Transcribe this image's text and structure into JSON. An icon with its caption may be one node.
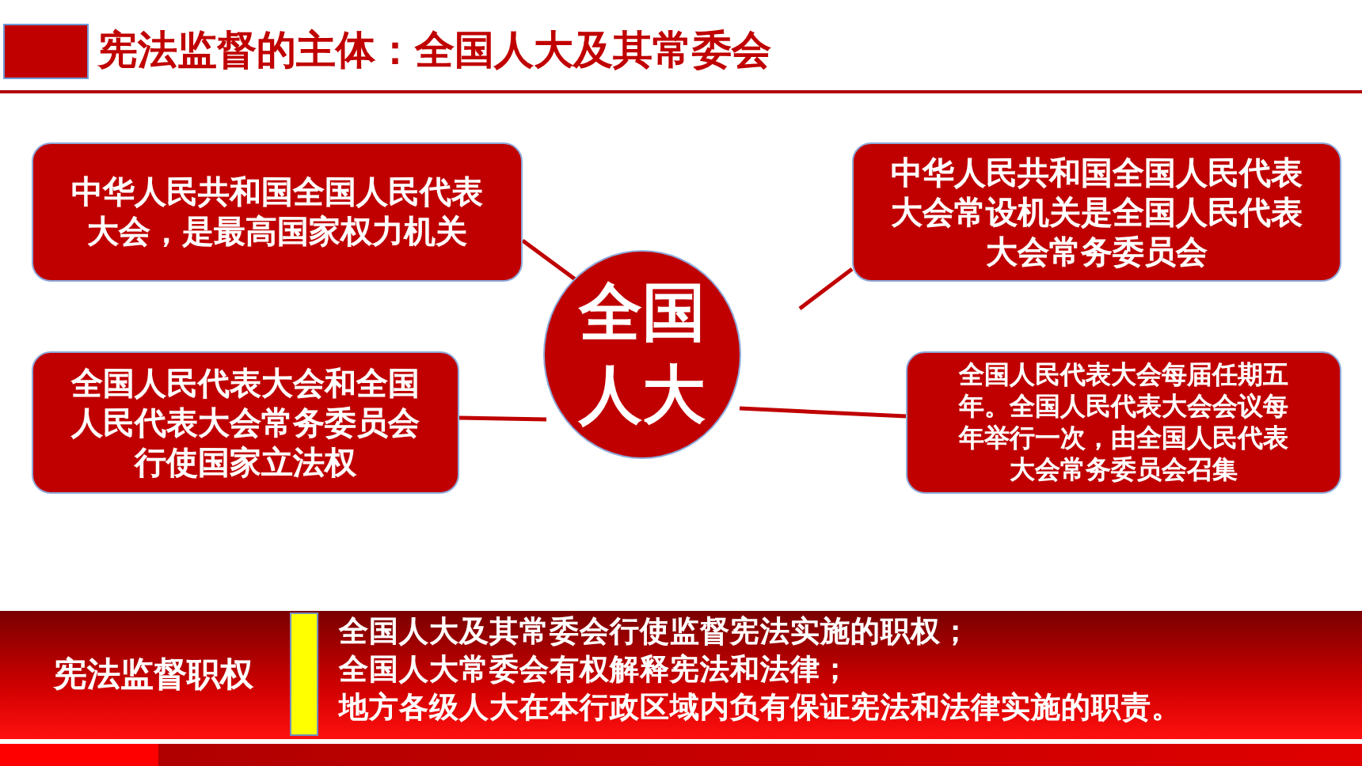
{
  "diagram": {
    "title": "宪法监督的主体：全国人大及其常委会",
    "nodes": [
      {
        "text": [
          "全国人大"
        ]
      },
      {
        "text": [
          "中华人民共和国全国人民代表大会，是最高国家权力机关"
        ]
      },
      {
        "text": [
          "中华人民共和国全国人民代表大会常设机关是全国人民代表大会常务委员会"
        ]
      },
      {
        "text": [
          "全国人民代表大会和全国人民代表大会常务委员会行使国家立法权"
        ]
      },
      {
        "text": [
          "全国人民代表大会每届任期五年。全国人民代表大会会议每年举行一次，由全国人民代表大会常务委员会召集"
        ]
      },
      {
        "text": [
          "宪法监督职权",
          "全国人大及其常委会行使监督宪法实施的职权；",
          "全国人大常委会有权解释宪法和法律；",
          "地方各级人大在本行政区域内负有保证宪法和法律实施的职责。"
        ]
      }
    ],
    "edges": [
      {
        "from": 0,
        "to": 1,
        "arrow": "none"
      },
      {
        "from": 0,
        "to": 2,
        "arrow": "none"
      },
      {
        "from": 0,
        "to": 3,
        "arrow": "none"
      },
      {
        "from": 0,
        "to": 4,
        "arrow": "none"
      }
    ]
  }
}
